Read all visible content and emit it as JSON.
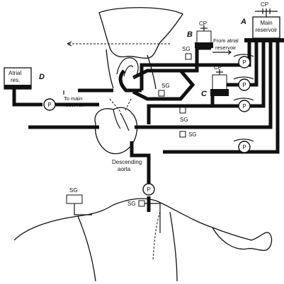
{
  "labels": {
    "cp_main": "CP",
    "marker_a": "A",
    "main_reservoir": "Main\nreservoir",
    "marker_b": "B",
    "cp_b": "CP",
    "sg_1": "SG",
    "from_atrial_reservoir": "From atrial\nreservoir",
    "atrial_res": "Atrial\nres.",
    "marker_d": "D",
    "to_main_reservoir": "To main\nreservoir",
    "sg_2": "SG",
    "cp_c": "CP",
    "marker_c": "C",
    "sg_3": "SG",
    "sg_4": "SG",
    "descending_aorta": "Descending\naorta",
    "sg_5": "SG",
    "sg_6": "SG",
    "pump": "P"
  },
  "pumps": [
    {
      "id": "pump-right-1"
    },
    {
      "id": "pump-right-2"
    },
    {
      "id": "pump-right-3"
    },
    {
      "id": "pump-right-4"
    },
    {
      "id": "pump-left"
    },
    {
      "id": "pump-lower"
    }
  ]
}
